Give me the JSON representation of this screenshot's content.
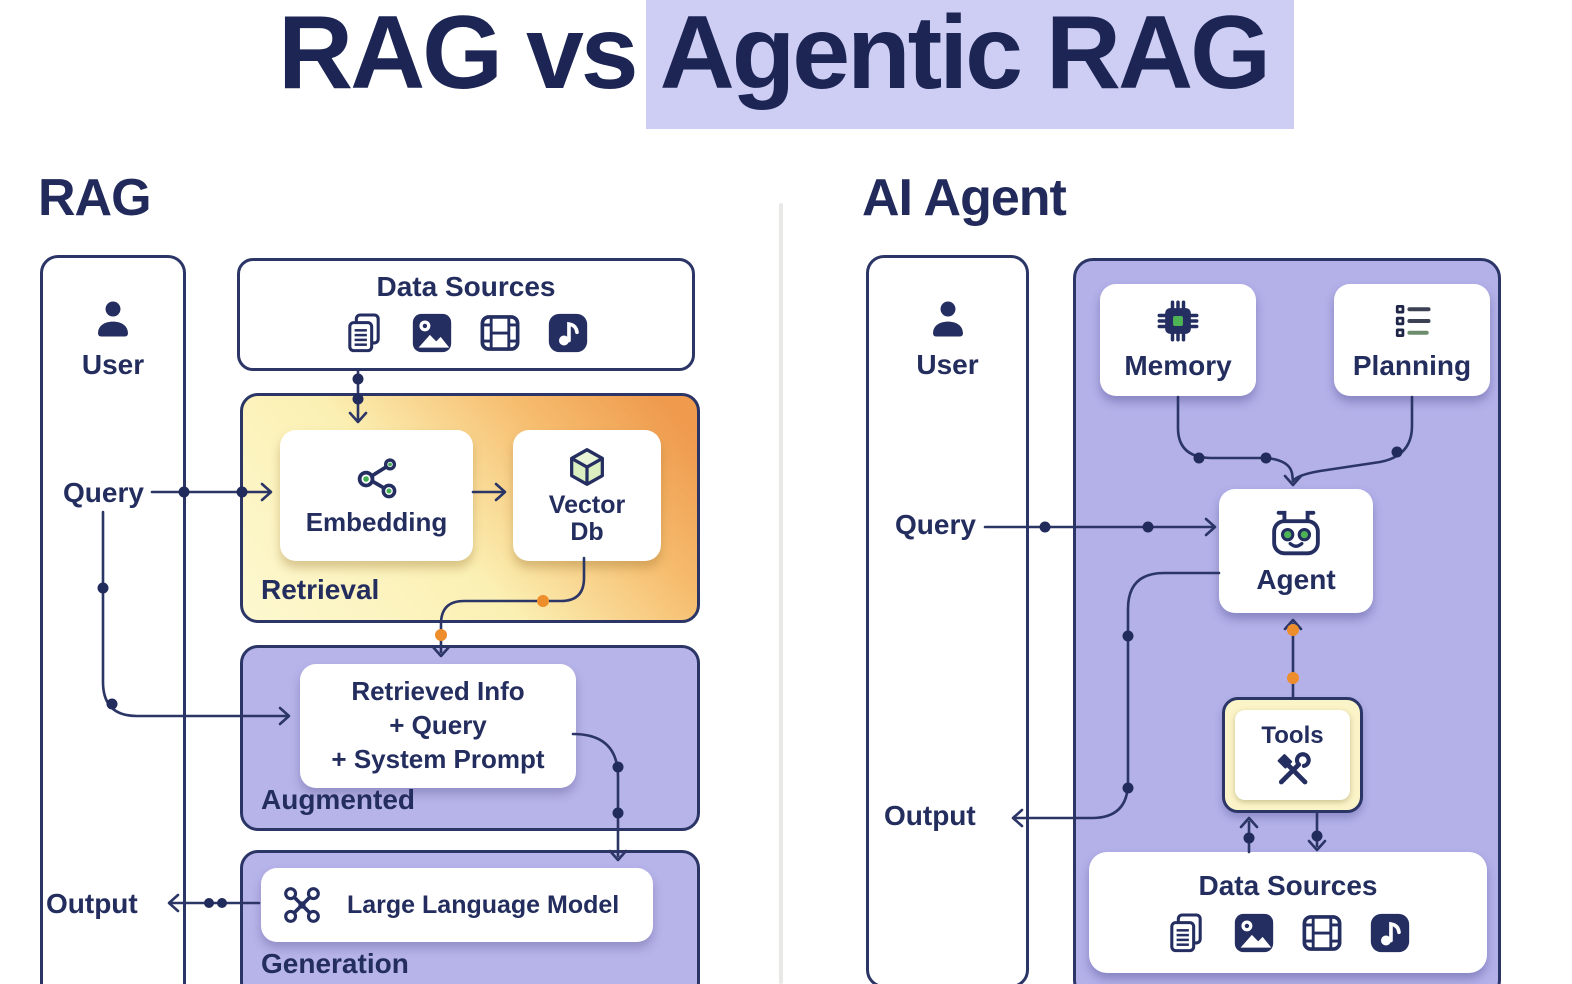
{
  "title": {
    "prefix": "RAG vs",
    "highlighted": "Agentic RAG"
  },
  "colors": {
    "navy": "#2b3566",
    "lavender": "#b7b4ea",
    "title_highlight": "#cecdf4",
    "retrieval_yellow": "#fdf8d0",
    "retrieval_orange": "#ef9a4d",
    "tools_yellow": "#fbf4c8",
    "green_accent": "#44ae52",
    "orange_dot": "#ed8d2c"
  },
  "rag": {
    "heading": "RAG",
    "user_label": "User",
    "query_label": "Query",
    "output_label": "Output",
    "data_sources": {
      "title": "Data Sources",
      "icons": [
        "documents-icon",
        "image-icon",
        "film-icon",
        "audio-icon"
      ]
    },
    "retrieval": {
      "label": "Retrieval",
      "embedding_label": "Embedding",
      "vector_db_label": "Vector\nDb"
    },
    "augmented": {
      "label": "Augmented",
      "lines": [
        "Retrieved Info",
        "+ Query",
        "+ System Prompt"
      ]
    },
    "generation": {
      "label": "Generation",
      "llm_label": "Large Language Model"
    }
  },
  "agentic": {
    "heading": "AI Agent",
    "user_label": "User",
    "query_label": "Query",
    "output_label": "Output",
    "memory_label": "Memory",
    "planning_label": "Planning",
    "agent_label": "Agent",
    "tools_label": "Tools",
    "data_sources": {
      "title": "Data Sources",
      "icons": [
        "documents-icon",
        "image-icon",
        "film-icon",
        "audio-icon"
      ]
    }
  }
}
